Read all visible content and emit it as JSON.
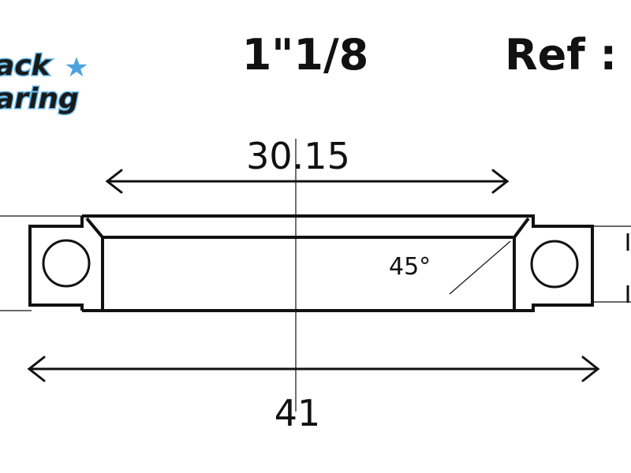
{
  "header": {
    "size_label": "1\"1/8",
    "ref_label": "Ref :"
  },
  "logo": {
    "line1": "ack",
    "line2": "aring",
    "star_color": "#4aa3df",
    "text_color": "#1a1a1a",
    "outline_color": "#5fb6e8"
  },
  "dimensions": {
    "inner_diameter": "30.15",
    "outer_diameter": "41",
    "chamfer_angle": "45°"
  },
  "colors": {
    "stroke": "#111111",
    "background": "#ffffff"
  }
}
